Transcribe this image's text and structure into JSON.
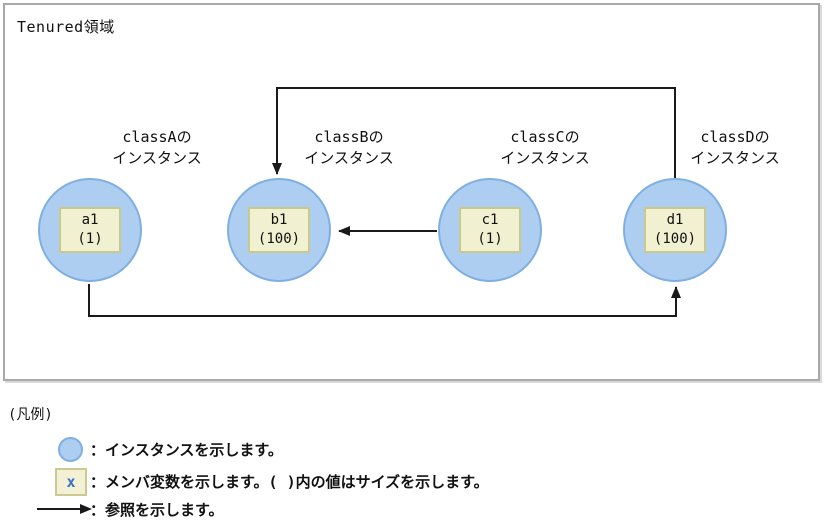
{
  "colors": {
    "instance_fill": "#adcef0",
    "instance_border": "#7fafe2",
    "member_box_fill": "#f1f0d0",
    "member_box_border": "#c9c88d",
    "frame_border": "#a9a9a9",
    "arrow": "#1a1a1a",
    "legend_x_symbol": "#3a6fc8"
  },
  "diagram": {
    "region_label": "Tenured領域",
    "instances": [
      {
        "id": "a1",
        "label_line1": "classAの",
        "label_line2": "インスタンス",
        "var_name": "a1",
        "var_size": "(1)"
      },
      {
        "id": "b1",
        "label_line1": "classBの",
        "label_line2": "インスタンス",
        "var_name": "b1",
        "var_size": "(100)"
      },
      {
        "id": "c1",
        "label_line1": "classCの",
        "label_line2": "インスタンス",
        "var_name": "c1",
        "var_size": "(1)"
      },
      {
        "id": "d1",
        "label_line1": "classDの",
        "label_line2": "インスタンス",
        "var_name": "d1",
        "var_size": "(100)"
      }
    ],
    "references": [
      {
        "from": "d1",
        "to": "b1",
        "path": "top"
      },
      {
        "from": "c1",
        "to": "b1",
        "path": "direct"
      },
      {
        "from": "a1",
        "to": "d1",
        "path": "bottom"
      }
    ]
  },
  "legend": {
    "title": "(凡例)",
    "items": [
      {
        "icon": "instance-circle-icon",
        "text": "：インスタンスを示します。"
      },
      {
        "icon": "member-variable-box-icon",
        "symbol": "x",
        "text": "：メンバ変数を示します。( )内の値はサイズを示します。"
      },
      {
        "icon": "reference-arrow-icon",
        "text": "：参照を示します。"
      }
    ]
  }
}
